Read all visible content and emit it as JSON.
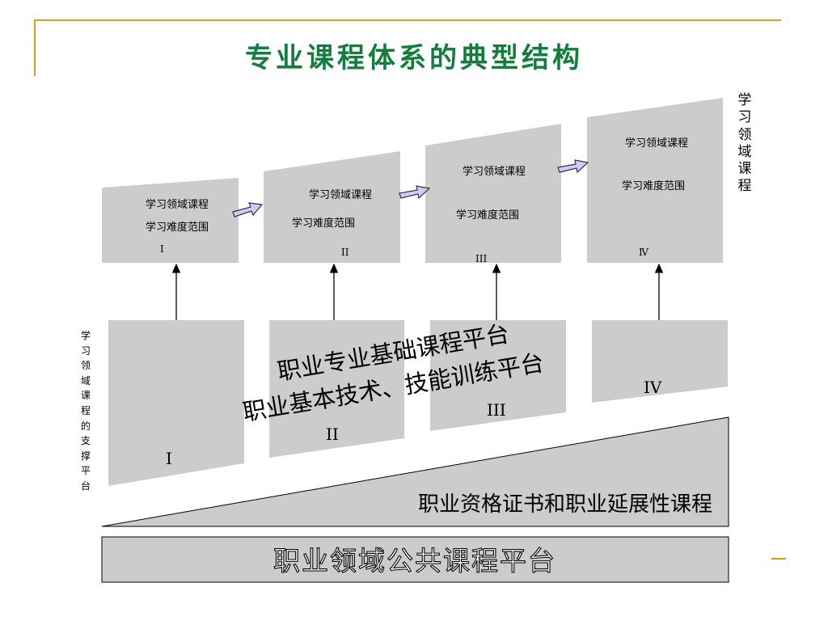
{
  "title": "专业课程体系的典型结构",
  "right_label": [
    "学",
    "习",
    "领",
    "域",
    "课",
    "程"
  ],
  "left_label": [
    "学",
    "习",
    "领",
    "域",
    "课",
    "程",
    "的",
    "支",
    "撑",
    "平",
    "台"
  ],
  "top_boxes": [
    {
      "line1": "学习领域课程",
      "line2": "学习难度范围",
      "numeral": "I"
    },
    {
      "line1": "学习领域课程",
      "line2": "学习难度范围",
      "numeral": "II"
    },
    {
      "line1": "学习领域课程",
      "line2": "学习难度范围",
      "numeral": "III"
    },
    {
      "line1": "学习领域课程",
      "line2": "学习难度范围",
      "numeral": "Ⅳ"
    }
  ],
  "lower_numerals": [
    "I",
    "II",
    "III",
    "IV"
  ],
  "platform_line1": "职业专业基础课程平台",
  "platform_line2": "职业基本技术、技能训练平台",
  "wedge_label": "职业资格证书和职业延展性课程",
  "base_label": "职业领域公共课程平台",
  "colors": {
    "title": "#127e3c",
    "box_fill": "#cccccc",
    "arrow_fill": "#ccccff",
    "frame": "#d4a017"
  }
}
